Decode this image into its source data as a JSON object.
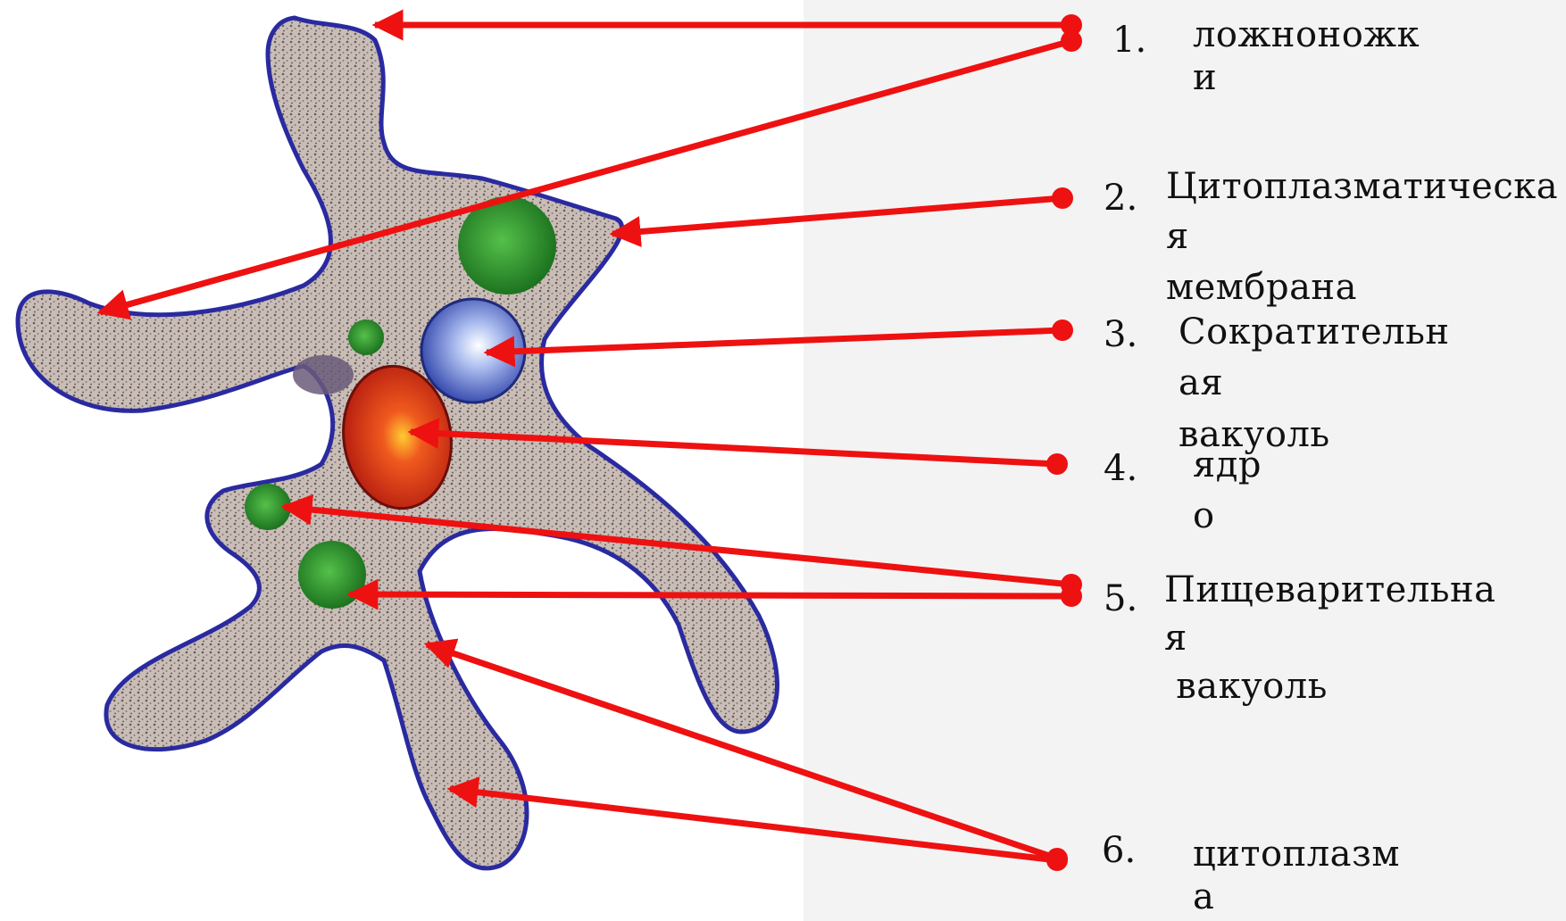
{
  "labels": [
    {
      "number": "1.",
      "text": [
        "ложноножк",
        "и"
      ]
    },
    {
      "number": "2.",
      "text": [
        "Цитоплазматическа",
        "я",
        "мембрана"
      ]
    },
    {
      "number": "3.",
      "text": [
        "Сократительн",
        "ая",
        "вакуоль"
      ]
    },
    {
      "number": "4.",
      "text": [
        "ядр",
        "о"
      ]
    },
    {
      "number": "5.",
      "text": [
        "Пищеварительна",
        "я",
        " вакуоль"
      ]
    },
    {
      "number": "6.",
      "text": [
        "цитоплазм",
        "а"
      ]
    }
  ],
  "colors": {
    "arrow": "#ee1111",
    "membrane": "#2a2aa0",
    "cytoplasm": "#c9bfba",
    "nucleus": "#d8281a",
    "contractile_vacuole": "#5577dd",
    "food_vacuole": "#2a9a2a"
  }
}
